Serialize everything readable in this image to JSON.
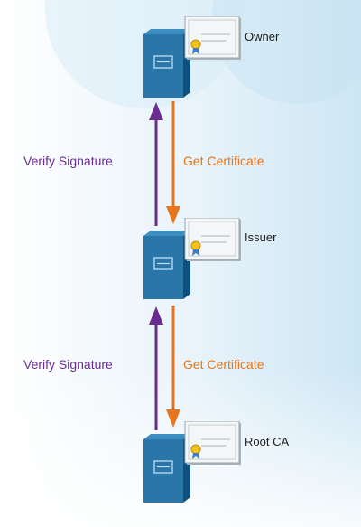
{
  "nodes": [
    {
      "id": "owner",
      "label": "Owner"
    },
    {
      "id": "issuer",
      "label": "Issuer"
    },
    {
      "id": "root",
      "label": "Root CA"
    }
  ],
  "links": [
    {
      "from": "issuer",
      "to": "owner",
      "verify_label": "Verify Signature",
      "get_label": "Get Certificate"
    },
    {
      "from": "root",
      "to": "issuer",
      "verify_label": "Verify Signature",
      "get_label": "Get Certificate"
    }
  ],
  "icons": {
    "server": "server-icon",
    "certificate": "certificate-icon"
  },
  "colors": {
    "verify": "#6a2c91",
    "get": "#e5761f",
    "server_front": "#2a76a8",
    "server_side": "#0f4f7c",
    "server_top": "#3c8ec2",
    "background_tint": "#d4eaf6"
  }
}
